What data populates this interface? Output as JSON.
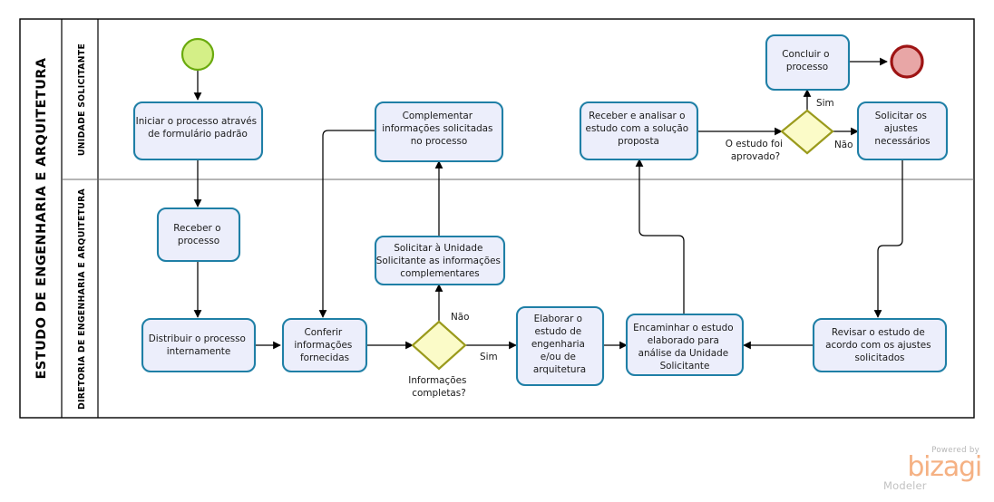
{
  "pool": {
    "title": "ESTUDO DE ENGENHARIA E ARQUITETURA",
    "lanes": [
      {
        "id": "lane-solicitante",
        "title": "UNIDADE SOLICITANTE"
      },
      {
        "id": "lane-diretoria",
        "title": "DIRETORIA DE ENGENHARIA E ARQUITETURA"
      }
    ]
  },
  "events": {
    "start": {
      "name": "start-event",
      "label": ""
    },
    "end": {
      "name": "end-event",
      "label": ""
    }
  },
  "tasks": {
    "iniciar": {
      "lines": [
        "Iniciar o processo através",
        "de formulário padrão"
      ]
    },
    "complementar": {
      "lines": [
        "Complementar",
        "informações solicitadas",
        "no processo"
      ]
    },
    "receber_analisar": {
      "lines": [
        "Receber e analisar o",
        "estudo com a solução",
        "proposta"
      ]
    },
    "concluir": {
      "lines": [
        "Concluir o",
        "processo"
      ]
    },
    "solicitar_ajustes": {
      "lines": [
        "Solicitar os",
        "ajustes",
        "necessários"
      ]
    },
    "receber_processo": {
      "lines": [
        "Receber o",
        "processo"
      ]
    },
    "distribuir": {
      "lines": [
        "Distribuir o processo",
        "internamente"
      ]
    },
    "conferir": {
      "lines": [
        "Conferir",
        "informações",
        "fornecidas"
      ]
    },
    "solicitar_unidade": {
      "lines": [
        "Solicitar à Unidade",
        "Solicitante as informações",
        "complementares"
      ]
    },
    "elaborar": {
      "lines": [
        "Elaborar o",
        "estudo de",
        "engenharia",
        "e/ou de",
        "arquitetura"
      ]
    },
    "encaminhar": {
      "lines": [
        "Encaminhar o estudo",
        "elaborado para",
        "análise da Unidade",
        "Solicitante"
      ]
    },
    "revisar": {
      "lines": [
        "Revisar o estudo de",
        "acordo com os ajustes",
        "solicitados"
      ]
    }
  },
  "gateways": {
    "info_completas": {
      "question_lines": [
        "Informações",
        "completas?"
      ],
      "yes": "Sim",
      "no": "Não"
    },
    "estudo_aprovado": {
      "question_lines": [
        "O estudo foi",
        "aprovado?"
      ],
      "yes": "Sim",
      "no": "Não"
    }
  },
  "branding": {
    "powered_by": "Powered by",
    "wordmark": "bizagi",
    "product": "Modeler"
  },
  "colors": {
    "task_fill": "#eceefb",
    "task_stroke": "#1f7fa6",
    "gateway_fill": "#fbfbc8",
    "gateway_stroke": "#9a9a1c",
    "start_fill": "#d4ef87",
    "start_stroke": "#6aaa0e",
    "end_fill": "#e8a6a6",
    "end_stroke": "#9e1414",
    "flow_stroke": "#000000",
    "brand_orange": "#f5b183"
  }
}
